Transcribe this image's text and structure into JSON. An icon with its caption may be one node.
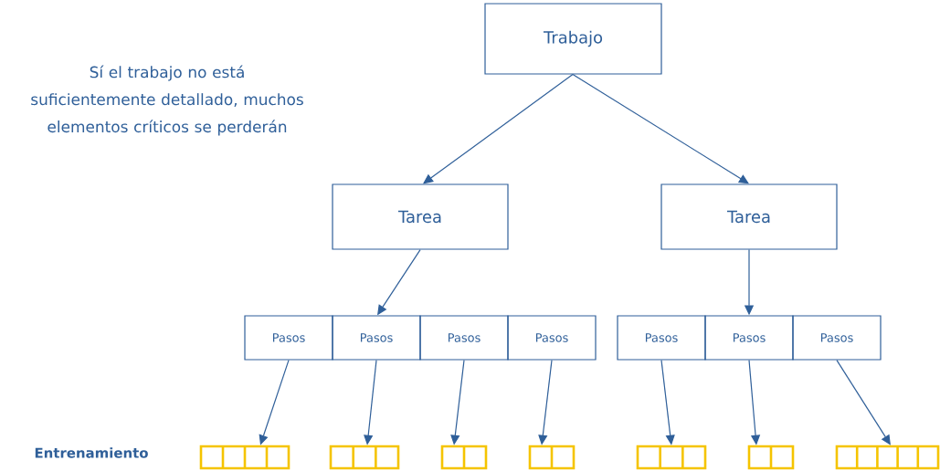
{
  "diagram": {
    "nodes": [
      {
        "text": [
          "Trabajo"
        ]
      },
      {
        "text": [
          "Tarea"
        ]
      },
      {
        "text": [
          "Tarea"
        ]
      },
      {
        "text": [
          "Pasos"
        ]
      },
      {
        "text": [
          "Pasos"
        ]
      },
      {
        "text": [
          "Pasos"
        ]
      },
      {
        "text": [
          "Pasos"
        ]
      },
      {
        "text": [
          "Pasos"
        ]
      },
      {
        "text": [
          "Pasos"
        ]
      },
      {
        "text": [
          "Pasos"
        ]
      },
      {
        "text": [],
        "shape": "box"
      },
      {
        "text": [],
        "shape": "box"
      },
      {
        "text": [],
        "shape": "box"
      },
      {
        "text": [],
        "shape": "box"
      },
      {
        "text": [],
        "shape": "box"
      },
      {
        "text": [],
        "shape": "box"
      },
      {
        "text": [],
        "shape": "box"
      }
    ],
    "edges": [
      {
        "from": 0,
        "to": 1,
        "arrow": "to"
      },
      {
        "from": 0,
        "to": 2,
        "arrow": "to"
      },
      {
        "from": 1,
        "to": 4,
        "arrow": "to"
      },
      {
        "from": 2,
        "to": 8,
        "arrow": "to"
      },
      {
        "from": 3,
        "to": 10,
        "arrow": "to"
      },
      {
        "from": 4,
        "to": 11,
        "arrow": "to"
      },
      {
        "from": 5,
        "to": 12,
        "arrow": "to"
      },
      {
        "from": 6,
        "to": 13,
        "arrow": "to"
      },
      {
        "from": 7,
        "to": 14,
        "arrow": "to"
      },
      {
        "from": 8,
        "to": 15,
        "arrow": "to"
      },
      {
        "from": 9,
        "to": 16,
        "arrow": "to"
      }
    ],
    "labels": [
      "Sí el trabajo no está suficientemente detallado, muchos elementos críticos se perderán",
      "Entrenamiento"
    ]
  }
}
